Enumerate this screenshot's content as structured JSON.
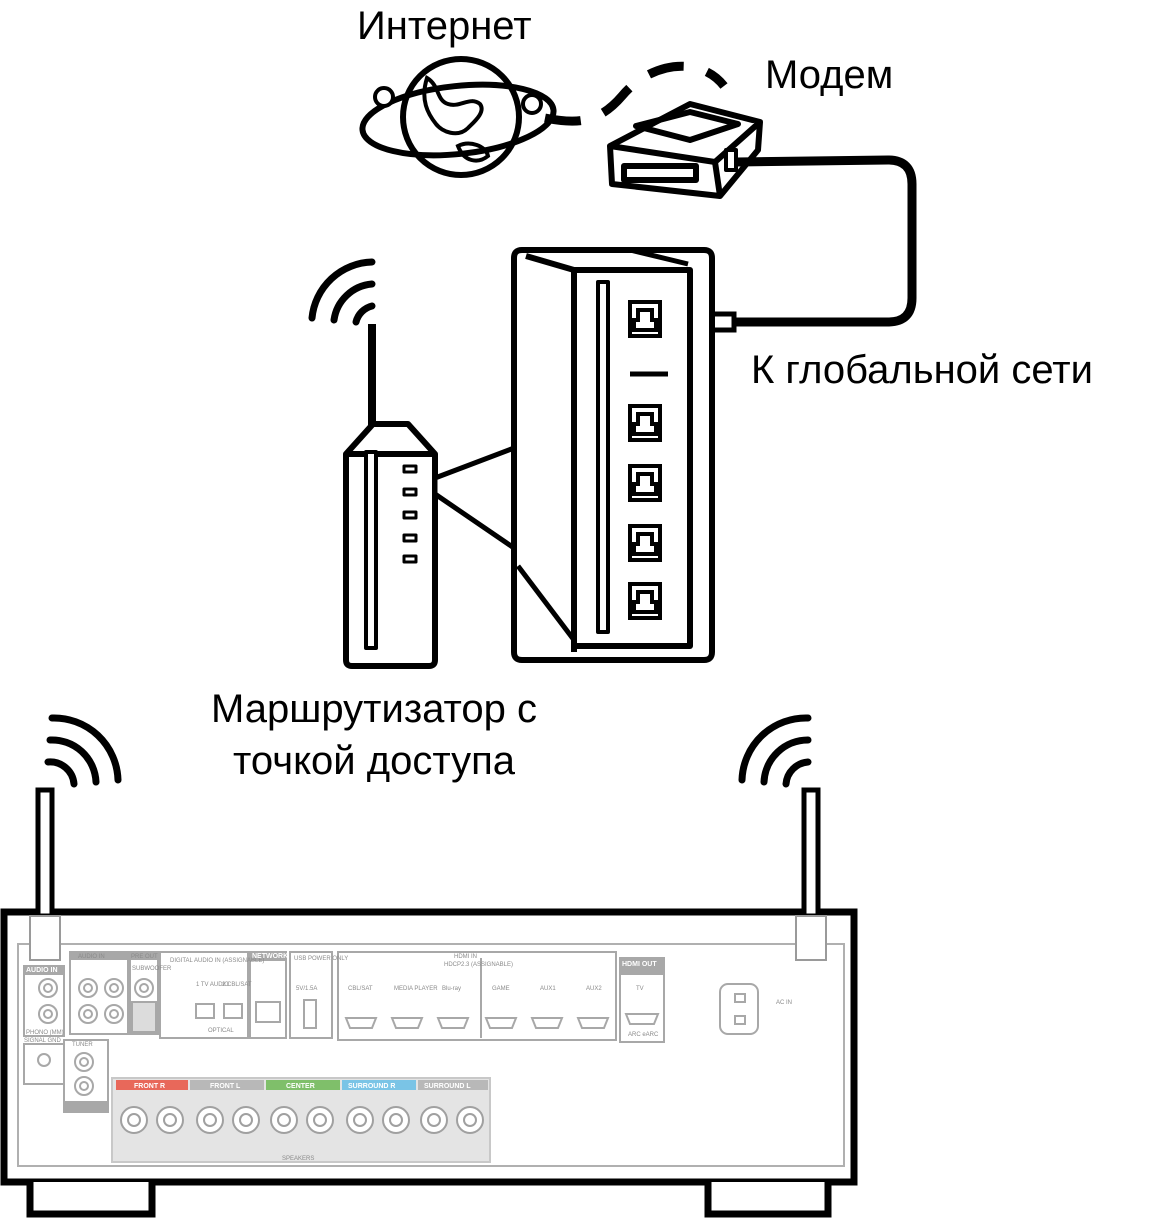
{
  "labels": {
    "internet": "Интернет",
    "modem": "Модем",
    "wan": "К глобальной сети",
    "router_line1": "Маршрутизатор с",
    "router_line2": "точкой доступа"
  },
  "panel": {
    "audio_in": "AUDIO IN",
    "audio_assignable": "AUDIO IN (ASSIGNABLE)",
    "pre_out": "PRE OUT",
    "subwoofer": "SUBWOOFER",
    "digital_audio": "DIGITAL AUDIO IN (ASSIGNABLE)",
    "optical": "OPTICAL",
    "tv_audio": "1 TV AUDIO",
    "cbl_sat": "2 CBL/SAT",
    "network": "NETWORK",
    "usb": "USB POWER ONLY",
    "usb_rating": "5V/1.5A",
    "hdmi_in": "HDMI IN",
    "hdcp": "HDCP2.3 (ASSIGNABLE)",
    "hdmi_inputs": [
      "CBL/SAT",
      "MEDIA PLAYER",
      "Blu-ray",
      "GAME",
      "AUX1",
      "AUX2"
    ],
    "hdmi_out": "HDMI OUT",
    "tv": "TV",
    "arc": "ARC eARC",
    "ac_in": "AC IN",
    "phono": "PHONO (MM)",
    "signal_gnd": "SIGNAL GND",
    "tuner": "TUNER",
    "speakers": "SPEAKERS",
    "speaker_sections": [
      "FRONT R",
      "FRONT L",
      "CENTER",
      "SURROUND R",
      "SURROUND L"
    ],
    "speaker_colors": [
      "#e8685a",
      "#b8b8b8",
      "#7fbf6a",
      "#7ac4e6",
      "#b8b8b8"
    ]
  }
}
